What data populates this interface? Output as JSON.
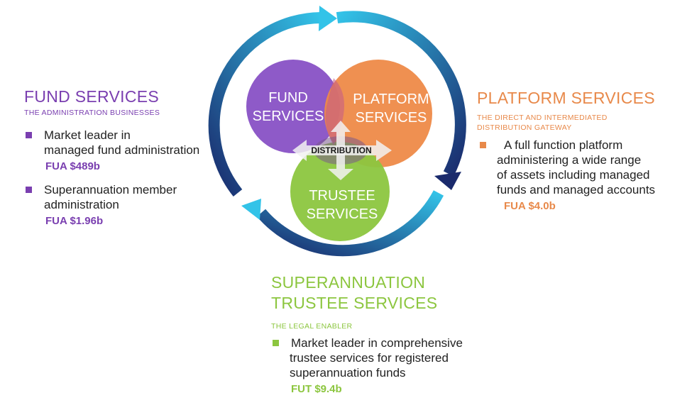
{
  "diagram": {
    "circles": {
      "fund": {
        "line1": "FUND",
        "line2": "SERVICES"
      },
      "platform": {
        "line1": "PLATFORM",
        "line2": "SERVICES"
      },
      "trustee": {
        "line1": "TRUSTEE",
        "line2": "SERVICES"
      },
      "center_label": "DISTRIBUTION"
    },
    "colors": {
      "purple": "#8e5ac8",
      "orange": "#ee8a48",
      "green": "#8cc63f",
      "cycle_arrow_light": "#33c3e8",
      "cycle_arrow_dark": "#1a2a6c"
    }
  },
  "fund_services": {
    "title": "FUND SERVICES",
    "subtitle": "THE ADMINISTRATION BUSINESSES",
    "bullets": [
      {
        "text_line1": "Market leader in",
        "text_line2": "managed fund administration",
        "metric": "FUA $489b"
      },
      {
        "text_line1": "Superannuation member",
        "text_line2": "administration",
        "metric": "FUA $1.96b"
      }
    ]
  },
  "platform_services": {
    "title": "PLATFORM SERVICES",
    "subtitle_line1": "THE DIRECT AND INTERMEDIATED",
    "subtitle_line2": "DISTRIBUTION GATEWAY",
    "bullet": {
      "line1": "A full function platform",
      "line2": "administering a wide range",
      "line3": "of assets including managed",
      "line4": "funds and managed accounts",
      "metric": "FUA $4.0b"
    }
  },
  "trustee_services": {
    "title_line1": "SUPERANNUATION",
    "title_line2": "TRUSTEE SERVICES",
    "subtitle": "THE LEGAL ENABLER",
    "bullet": {
      "line1": "Market leader in comprehensive",
      "line2": "trustee services for registered",
      "line3": "superannuation funds",
      "metric": "FUT $9.4b"
    }
  }
}
